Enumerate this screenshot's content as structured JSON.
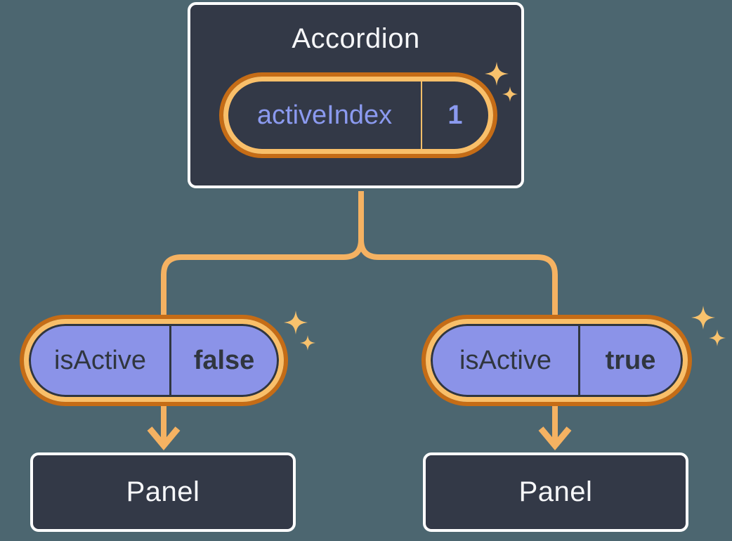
{
  "colors": {
    "background": "#4C6670",
    "card": "#333947",
    "card_border": "#FFFFFF",
    "connector": "#F5B262",
    "highlight_ring_outer": "#C56C16",
    "highlight_ring_inner": "#F9BF69",
    "sparkle": "#F8C26D",
    "prop_pill_fill": "#8B93E8",
    "state_text": "#8B9AEF",
    "dark_text": "#30363F",
    "light_text": "#F6F7F9"
  },
  "icons": {
    "sparkles": "four-point twinkle stars (highlight marker)"
  },
  "root_component": {
    "title": "Accordion",
    "state": {
      "name": "activeIndex",
      "value": "1"
    }
  },
  "children": [
    {
      "prop": {
        "name": "isActive",
        "value": "false"
      },
      "child": {
        "title": "Panel"
      }
    },
    {
      "prop": {
        "name": "isActive",
        "value": "true"
      },
      "child": {
        "title": "Panel"
      }
    }
  ]
}
